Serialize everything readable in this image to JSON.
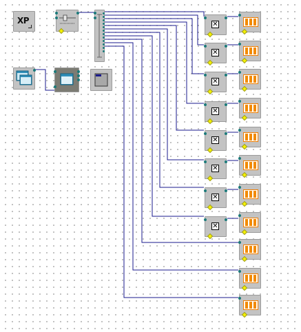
{
  "diagram": {
    "xp_block": {
      "label": "XP",
      "icon": "xp-theme-icon"
    },
    "nodes": [
      {
        "id": "xp",
        "icon": "xp-theme-icon"
      },
      {
        "id": "slider",
        "icon": "trackbar-icon"
      },
      {
        "id": "bus",
        "icon": "splitter-icon"
      },
      {
        "id": "form",
        "icon": "form-icon"
      },
      {
        "id": "window",
        "icon": "window-icon"
      },
      {
        "id": "panel",
        "icon": "panel-icon"
      },
      {
        "id": "checkbox-1",
        "icon": "checkbox-icon"
      },
      {
        "id": "checkbox-2",
        "icon": "checkbox-icon"
      },
      {
        "id": "checkbox-3",
        "icon": "checkbox-icon"
      },
      {
        "id": "checkbox-4",
        "icon": "checkbox-icon"
      },
      {
        "id": "checkbox-5",
        "icon": "checkbox-icon"
      },
      {
        "id": "checkbox-6",
        "icon": "checkbox-icon"
      },
      {
        "id": "checkbox-7",
        "icon": "checkbox-icon"
      },
      {
        "id": "checkbox-8",
        "icon": "checkbox-icon"
      },
      {
        "id": "progress-1",
        "icon": "progress-bar-icon"
      },
      {
        "id": "progress-2",
        "icon": "progress-bar-icon"
      },
      {
        "id": "progress-3",
        "icon": "progress-bar-icon"
      },
      {
        "id": "progress-4",
        "icon": "progress-bar-icon"
      },
      {
        "id": "progress-5",
        "icon": "progress-bar-icon"
      },
      {
        "id": "progress-6",
        "icon": "progress-bar-icon"
      },
      {
        "id": "progress-7",
        "icon": "progress-bar-icon"
      },
      {
        "id": "progress-8",
        "icon": "progress-bar-icon"
      },
      {
        "id": "progress-9",
        "icon": "progress-bar-icon"
      },
      {
        "id": "progress-10",
        "icon": "progress-bar-icon"
      },
      {
        "id": "progress-11",
        "icon": "progress-bar-icon"
      }
    ],
    "edges": [
      {
        "from": "slider",
        "to": "bus"
      },
      {
        "from": "form",
        "to": "window"
      },
      {
        "from": "bus",
        "to": "checkbox-1"
      },
      {
        "from": "bus",
        "to": "checkbox-2"
      },
      {
        "from": "bus",
        "to": "checkbox-3"
      },
      {
        "from": "bus",
        "to": "checkbox-4"
      },
      {
        "from": "bus",
        "to": "checkbox-5"
      },
      {
        "from": "bus",
        "to": "checkbox-6"
      },
      {
        "from": "bus",
        "to": "checkbox-7"
      },
      {
        "from": "bus",
        "to": "checkbox-8"
      },
      {
        "from": "bus",
        "to": "progress-9"
      },
      {
        "from": "bus",
        "to": "progress-10"
      },
      {
        "from": "bus",
        "to": "progress-11"
      },
      {
        "from": "checkbox-1",
        "to": "progress-1"
      },
      {
        "from": "checkbox-2",
        "to": "progress-2"
      },
      {
        "from": "checkbox-3",
        "to": "progress-3"
      },
      {
        "from": "checkbox-4",
        "to": "progress-4"
      },
      {
        "from": "checkbox-5",
        "to": "progress-5"
      },
      {
        "from": "checkbox-6",
        "to": "progress-6"
      },
      {
        "from": "checkbox-7",
        "to": "progress-7"
      },
      {
        "from": "checkbox-8",
        "to": "progress-8"
      }
    ],
    "colors": {
      "canvas": "#ffffff",
      "grid_dot": "#8a8a8a",
      "block": "#c3c3c3",
      "block_dark": "#7c7c74",
      "wire": "#1a1a8c",
      "pin": "#1b7a7a",
      "flag": "#f4f100",
      "progress_fill": "#f28a00"
    }
  }
}
